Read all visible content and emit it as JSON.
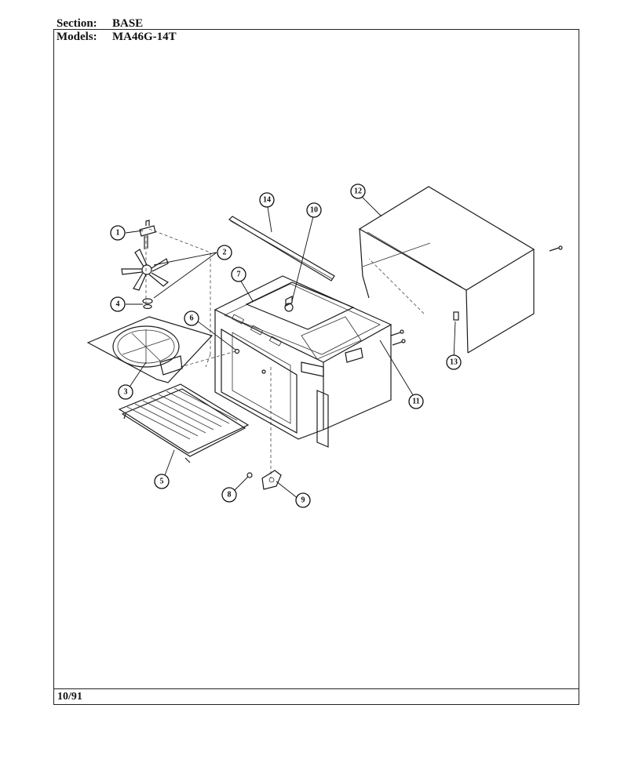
{
  "header": {
    "section_label": "Section:",
    "section_value": "BASE",
    "models_label": "Models:",
    "models_value": "MA46G-14T"
  },
  "footer": {
    "date": "10/91"
  },
  "callouts": [
    "1",
    "2",
    "3",
    "4",
    "5",
    "6",
    "7",
    "8",
    "9",
    "10",
    "11",
    "12",
    "13",
    "14"
  ]
}
